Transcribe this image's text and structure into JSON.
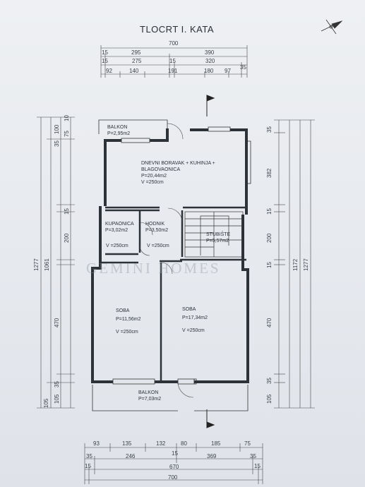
{
  "title": "TLOCRT I. KATA",
  "watermark": "GEMINI HOMES",
  "rooms": {
    "balkon_top": {
      "name": "BALKON",
      "area": "P=2,95m2"
    },
    "living": {
      "name": "DNEVNI BORAVAK + KUHINJA +",
      "name2": "BLAGOVAONICA",
      "area": "P=20,44m2",
      "height": "V =250cm"
    },
    "bath": {
      "name": "KUPAONICA",
      "area": "P=3,02m2",
      "height": "V =250cm"
    },
    "hall": {
      "name": "HODNIK",
      "area": "P=3,50m2",
      "height": "V =250cm"
    },
    "stairs": {
      "name": "STUBIŠTE",
      "area": "P=5,57m2"
    },
    "room1": {
      "name": "SOBA",
      "area": "P=11,56m2",
      "height": "V =250cm"
    },
    "room2": {
      "name": "SOBA",
      "area": "P=17,34m2",
      "height": "V =250cm"
    },
    "balkon_bottom": {
      "name": "BALKON",
      "area": "P=7,03m2"
    }
  },
  "top_dims": {
    "row1": [
      "700"
    ],
    "row2": [
      "15",
      "295",
      "390"
    ],
    "row3": [
      "15",
      "275",
      "15",
      "320"
    ],
    "row4": [
      "92",
      "140",
      "191",
      "180",
      "97",
      "35"
    ]
  },
  "bottom_dims": {
    "row1": [
      "93",
      "135",
      "132",
      "80",
      "185",
      "75"
    ],
    "row2": [
      "35",
      "246",
      "15",
      "369",
      "35"
    ],
    "row3": [
      "15",
      "670",
      "15"
    ],
    "row4": [
      "700"
    ]
  },
  "left_dims": {
    "outer": [
      "1277"
    ],
    "mid": [
      "1061"
    ],
    "inner": [
      "100",
      "10",
      "75",
      "35",
      "200",
      "15",
      "470",
      "35",
      "105"
    ],
    "extra": [
      "105"
    ]
  },
  "right_dims": {
    "outer": [
      "1277"
    ],
    "mid": [
      "1172"
    ],
    "inner": [
      "35",
      "382",
      "15",
      "200",
      "15",
      "470",
      "35",
      "105"
    ]
  }
}
